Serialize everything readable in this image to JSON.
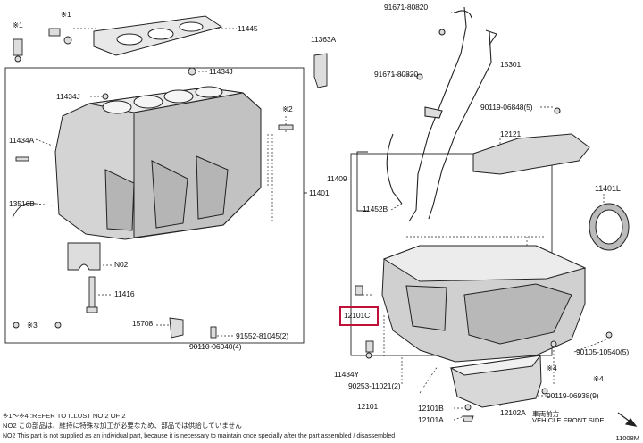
{
  "callouts": {
    "p91671_80820_top": "91671-80820",
    "p15301": "15301",
    "p11445": "11445",
    "p11363a": "11363A",
    "p91671_80820": "91671-80820",
    "p11434j_top": "11434J",
    "p11434j_left": "11434J",
    "p90119_06848": "90119-06848(5)",
    "p12121": "12121",
    "p11434a": "11434A",
    "p11409": "11409",
    "p11401": "11401",
    "p11401l": "11401L",
    "p13516b": "13516B",
    "p11452b": "11452B",
    "p_no2": "N02",
    "p11416": "11416",
    "p12101c": "12101C",
    "p15708": "15708",
    "p91552": "91552-81045(2)",
    "p90110": "90110-06040(4)",
    "p90105": "90105-10540(5)",
    "p11434y": "11434Y",
    "p90253": "90253-11021(2)",
    "p90119_06938": "90119-06938(9)",
    "p12101": "12101",
    "p12101b": "12101B",
    "p12102a": "12102A",
    "p12101a": "12101A",
    "s1a": "※1",
    "s1b": "※1",
    "s2": "※2",
    "s3": "※3",
    "s4a": "※4",
    "s4b": "※4"
  },
  "direction_label": "車両前方",
  "direction_text": "VEHICLE FRONT SIDE",
  "notes": {
    "line1": "※1〜※4 :REFER TO ILLUST NO.2 OF 2",
    "line2": "NO2 この部品は、維持に特殊な加工が必要なため、部品では供給していません",
    "line3": "NO2 This part is not supplied as an individual part, because it is necessary to maintain once specially after the part assembled / disassembled"
  },
  "figure_id": "11008M",
  "colors": {
    "highlight": "#c0103a",
    "line": "#222222",
    "fill": "#cfcfcf"
  }
}
